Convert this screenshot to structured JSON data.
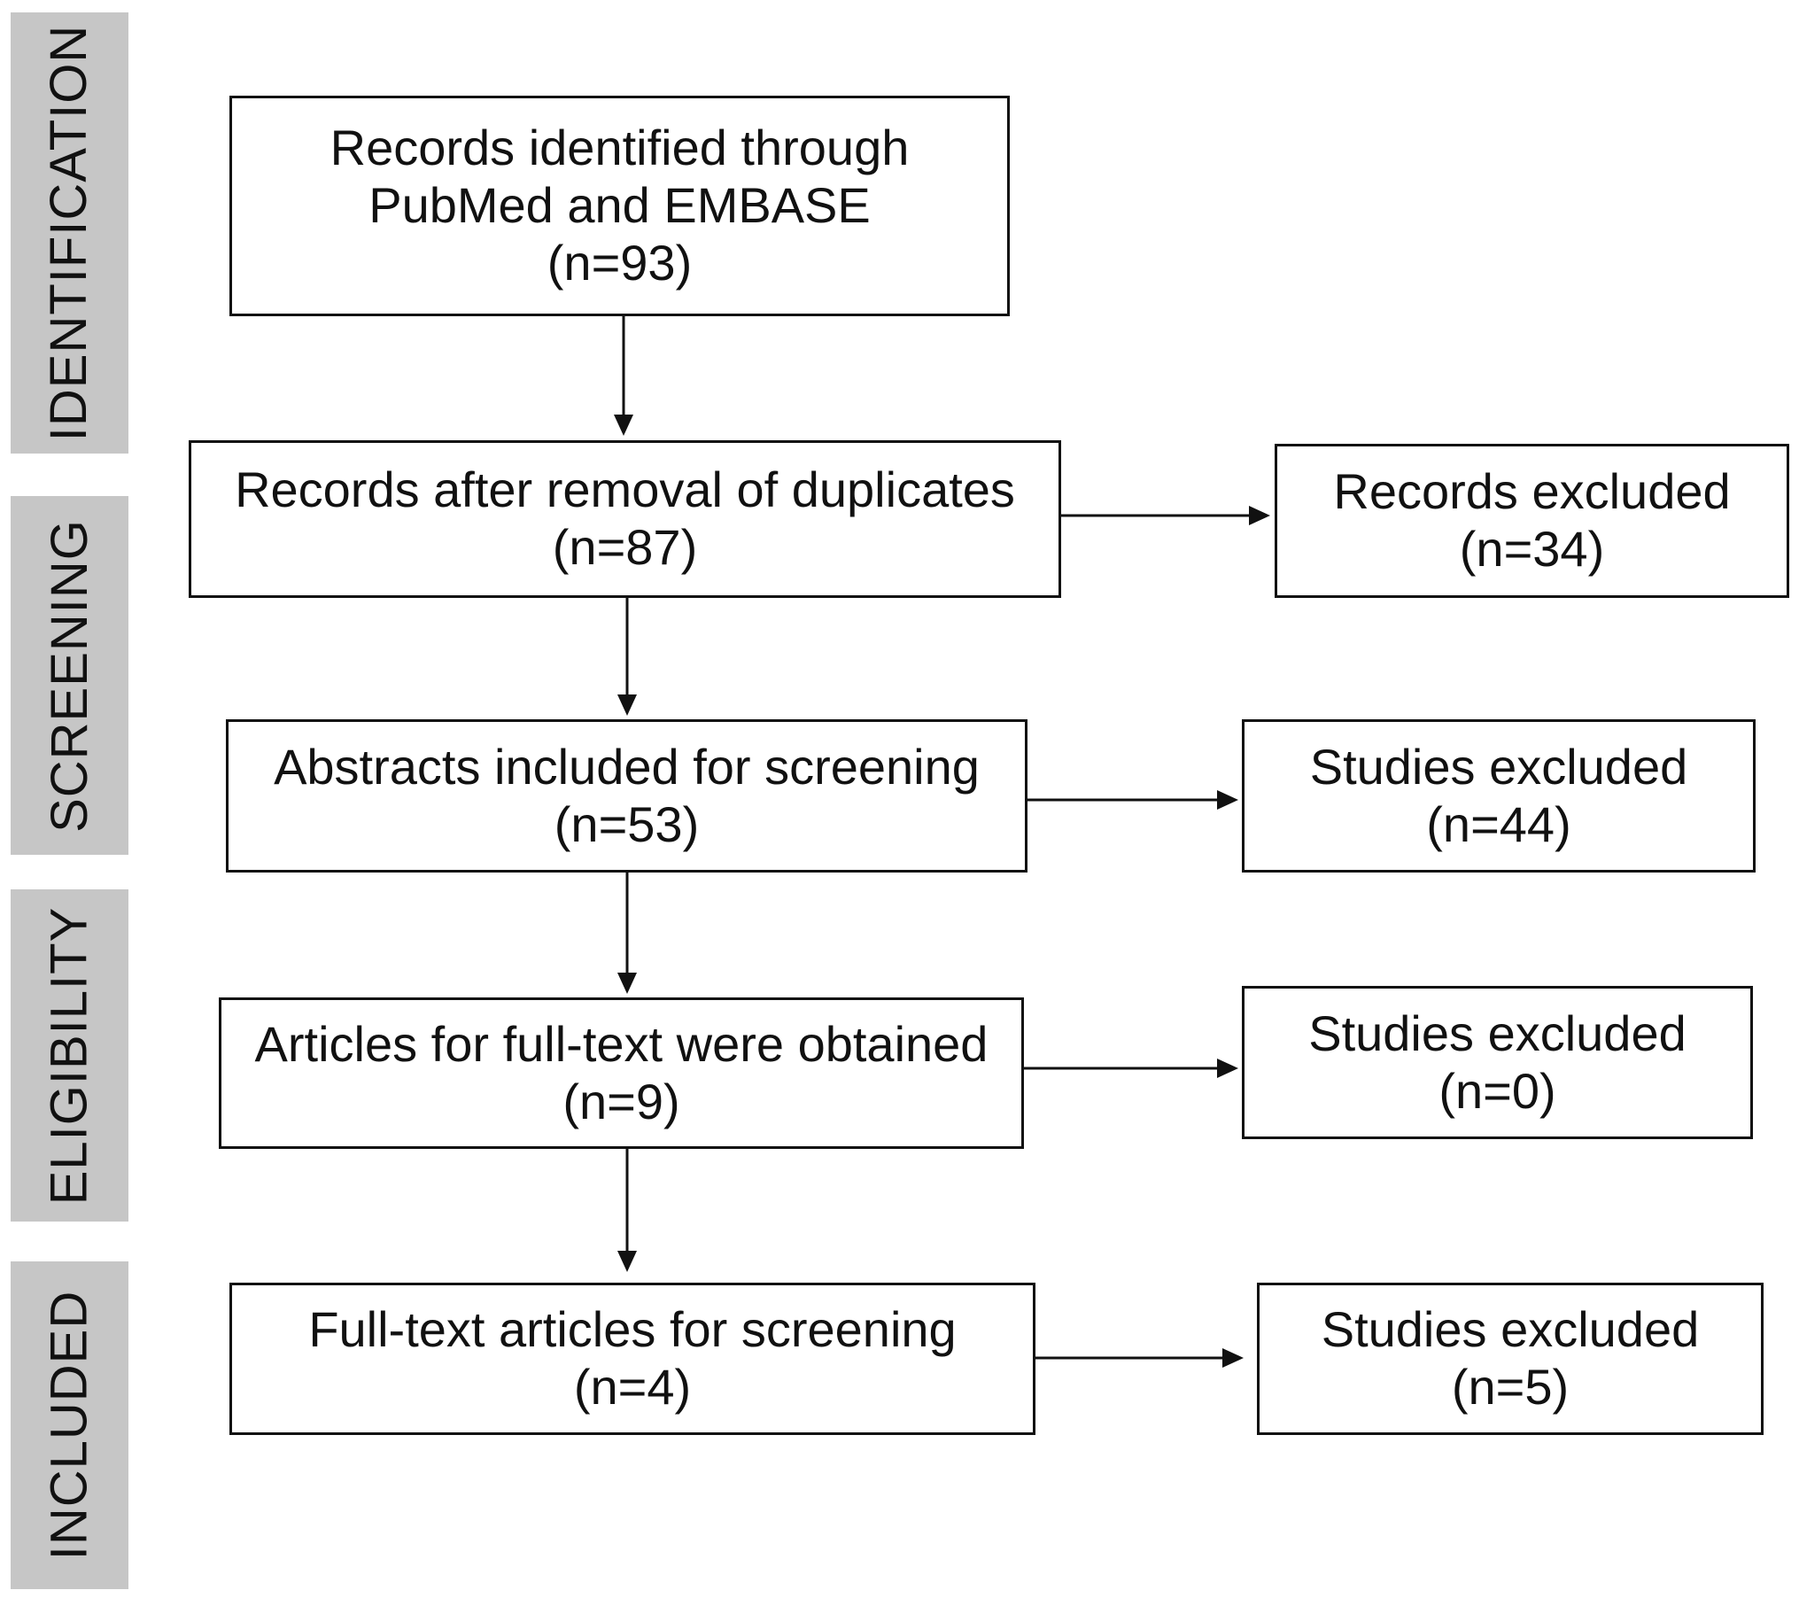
{
  "phases": {
    "identification": "IDENTIFICATION",
    "screening": "SCREENING",
    "eligibility": "ELIGIBILITY",
    "included": "INCLUDED"
  },
  "flow": {
    "identified": {
      "line1": "Records identified through",
      "line2": "PubMed and EMBASE",
      "count": "(n=93)"
    },
    "after_duplicates": {
      "line1": "Records after removal of duplicates",
      "count": "(n=87)"
    },
    "abstracts": {
      "line1": "Abstracts included for screening",
      "count": "(n=53)"
    },
    "full_text_obtained": {
      "line1": "Articles for full-text were obtained",
      "count": "(n=9)"
    },
    "full_text_screening": {
      "line1": "Full-text articles for screening",
      "count": "(n=4)"
    }
  },
  "exclusions": {
    "records_excluded": {
      "line1": "Records excluded",
      "count": "(n=34)"
    },
    "studies_excluded_abstracts": {
      "line1": "Studies excluded",
      "count": "(n=44)"
    },
    "studies_excluded_full_text": {
      "line1": "Studies excluded",
      "count": "(n=0)"
    },
    "studies_excluded_included": {
      "line1": "Studies excluded",
      "count": "(n=5)"
    }
  }
}
